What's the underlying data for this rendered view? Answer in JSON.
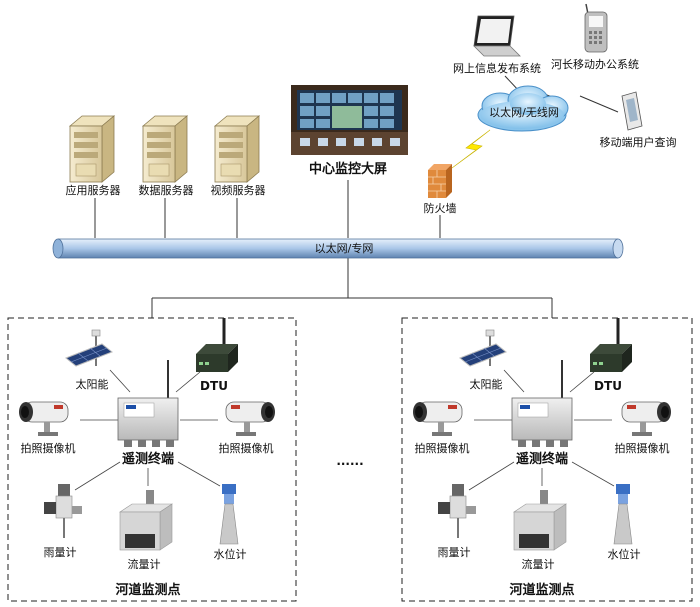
{
  "top": {
    "servers": [
      {
        "label": "应用服务器",
        "icon": "server-icon"
      },
      {
        "label": "数据服务器",
        "icon": "server-icon"
      },
      {
        "label": "视频服务器",
        "icon": "server-icon"
      }
    ],
    "video_wall": {
      "label": "中心监控大屏",
      "icon": "video-wall-icon"
    },
    "firewall": {
      "label": "防火墙",
      "icon": "firewall-icon"
    },
    "cloud": {
      "label": "以太网/无线网",
      "icon": "cloud-icon"
    },
    "clients": [
      {
        "label": "网上信息发布系统",
        "icon": "laptop-icon"
      },
      {
        "label": "河长移动办公系统",
        "icon": "mobile-phone-icon"
      },
      {
        "label": "移动端用户查询",
        "icon": "smartphone-icon"
      }
    ],
    "backbone": {
      "label": "以太网/专网"
    }
  },
  "ellipsis": "......",
  "stations": [
    {
      "title": "河道监测点",
      "terminal": "遥测终端",
      "devices": {
        "solar": "太阳能",
        "dtu": "DTU",
        "camera_left": "拍照摄像机",
        "camera_right": "拍照摄像机",
        "rain": "雨量计",
        "flow": "流量计",
        "water_level": "水位计"
      }
    },
    {
      "title": "河道监测点",
      "terminal": "遥测终端",
      "devices": {
        "solar": "太阳能",
        "dtu": "DTU",
        "camera_left": "拍照摄像机",
        "camera_right": "拍照摄像机",
        "rain": "雨量计",
        "flow": "流量计",
        "water_level": "水位计"
      }
    }
  ],
  "colors": {
    "pipe": "#a9c6e8",
    "pipe_edge": "#4d6f99",
    "cloud": "#9ed0f2",
    "firewall": "#e08a3c",
    "lightning": "#ffe800"
  }
}
